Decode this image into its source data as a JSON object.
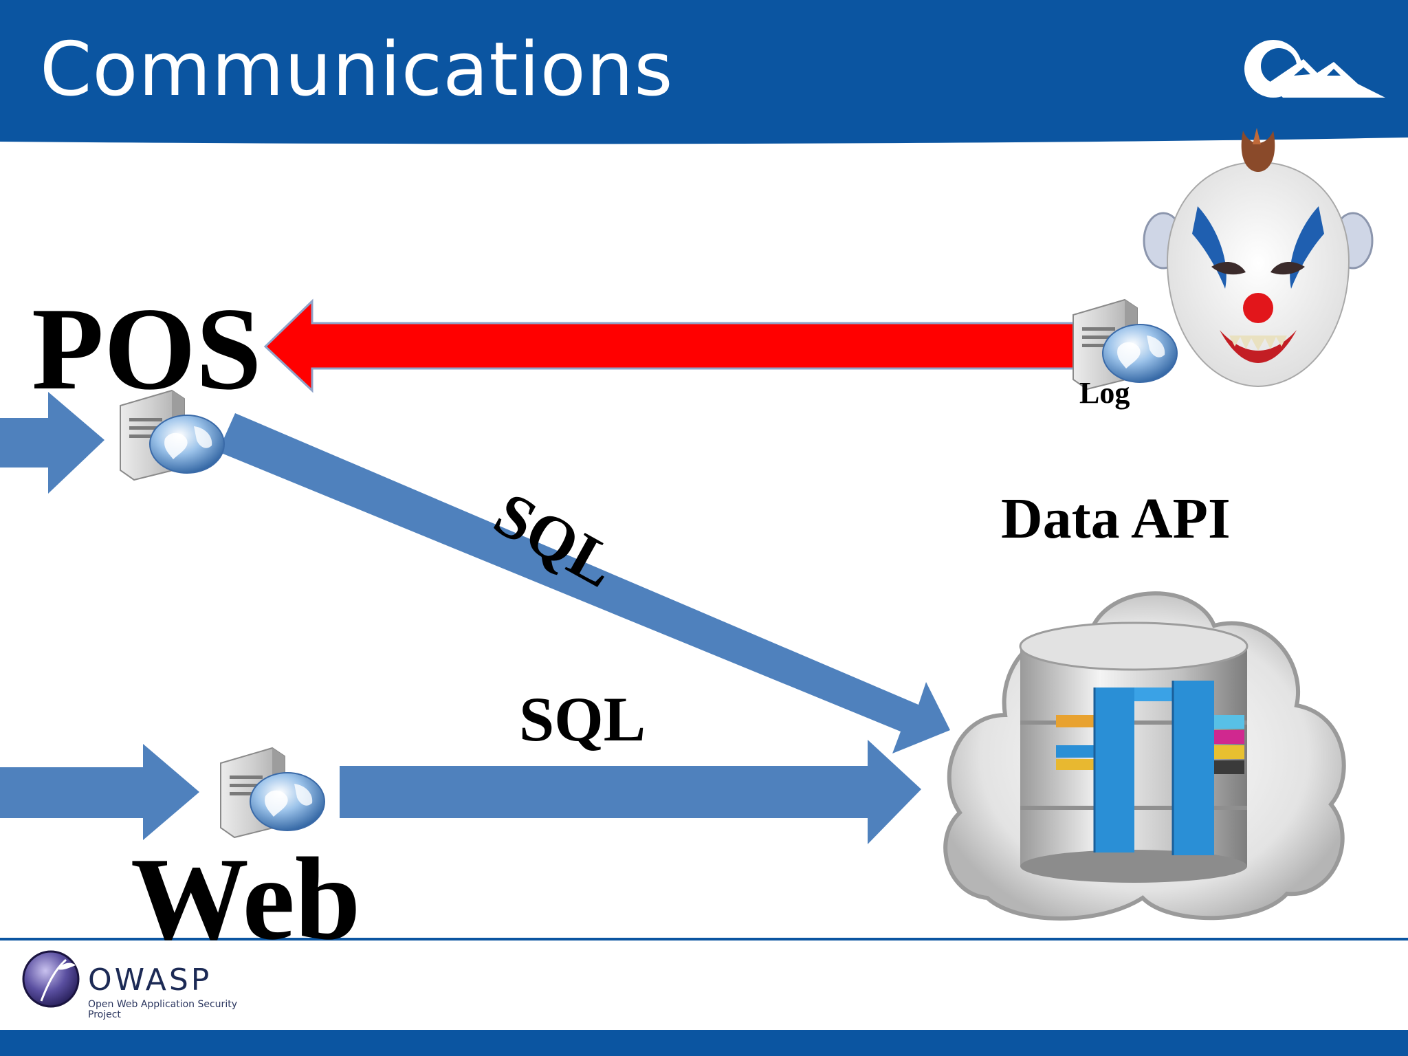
{
  "slide": {
    "title": "Communications"
  },
  "nodes": {
    "pos": {
      "label": "POS"
    },
    "web": {
      "label": "Web"
    },
    "log": {
      "label": "Log"
    },
    "data_api": {
      "label": "Data API"
    }
  },
  "edges": [
    {
      "from": "POS",
      "to": "Data API",
      "label": "SQL",
      "color": "#4f81bd"
    },
    {
      "from": "Web",
      "to": "Data API",
      "label": "SQL",
      "color": "#4f81bd"
    },
    {
      "from": "Log",
      "to": "POS",
      "label": "",
      "color": "#ff0000"
    }
  ],
  "footer": {
    "logo_text": "OWASP",
    "logo_subtitle": "Open Web Application Security Project"
  },
  "colors": {
    "header_band": "#0b55a1",
    "footer_band": "#0b55a1",
    "flow_arrow": "#4f81bd",
    "attack_arrow": "#ff0000"
  },
  "icons": [
    "server-globe-icon",
    "clown-mask-icon",
    "cloud-database-icon",
    "owasp-logo-icon",
    "mountain-logo-icon"
  ]
}
